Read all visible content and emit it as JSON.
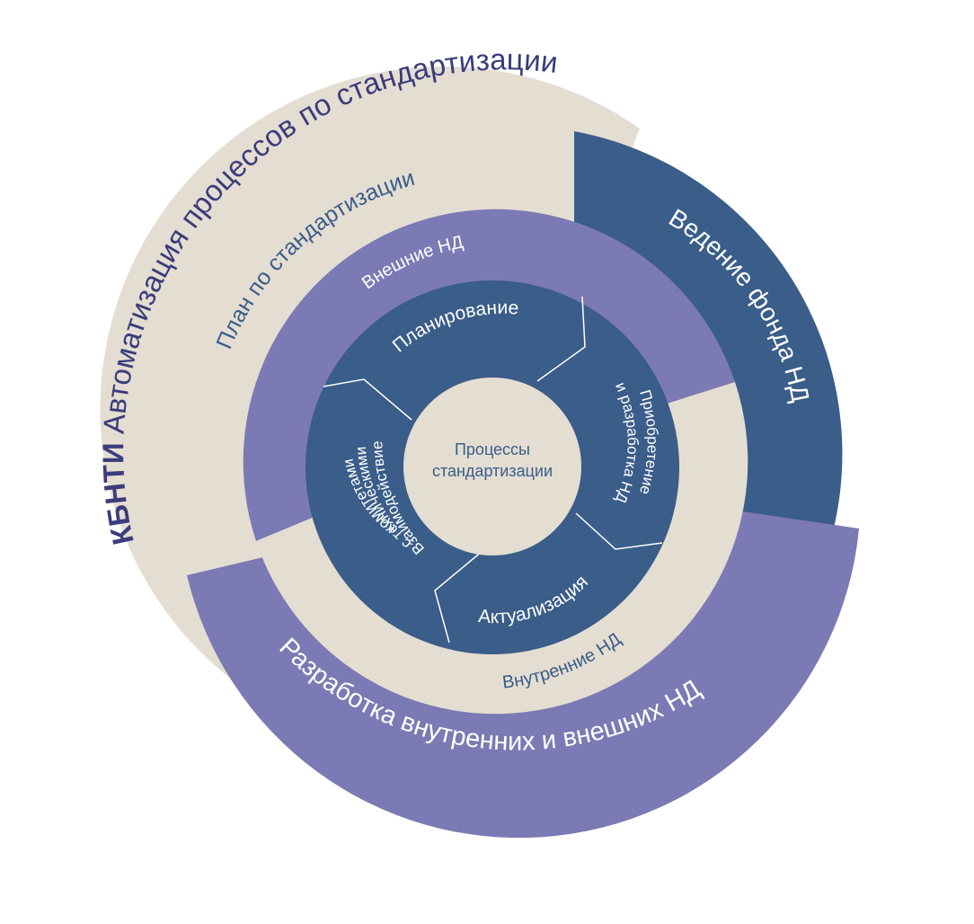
{
  "colors": {
    "beige": "#e4ddd2",
    "navy": "#3a5d89",
    "lavender": "#7b7ab4",
    "title_color": "#3b3c7c",
    "white": "#ffffff"
  },
  "title": {
    "brand": "КБНТИ",
    "rest": " Автоматизация процессов по стандартизации"
  },
  "outer_ring": {
    "plan": "План по стандартизации",
    "fund": "Ведение фонда НД",
    "development": "Разработка внутренних и внешних НД"
  },
  "middle_ring": {
    "external": "Внешние НД",
    "internal": "Внутренние НД"
  },
  "inner_ring": {
    "planning": "Планирование",
    "acquisition_line1": "Приобретение",
    "acquisition_line2": "и разработка НД",
    "actualization": "Актуализация",
    "interaction_line1": "Взаимодействие",
    "interaction_line2": "с техническими",
    "interaction_line3": "комитетами"
  },
  "center": {
    "line1": "Процессы",
    "line2": "стандартизации"
  }
}
